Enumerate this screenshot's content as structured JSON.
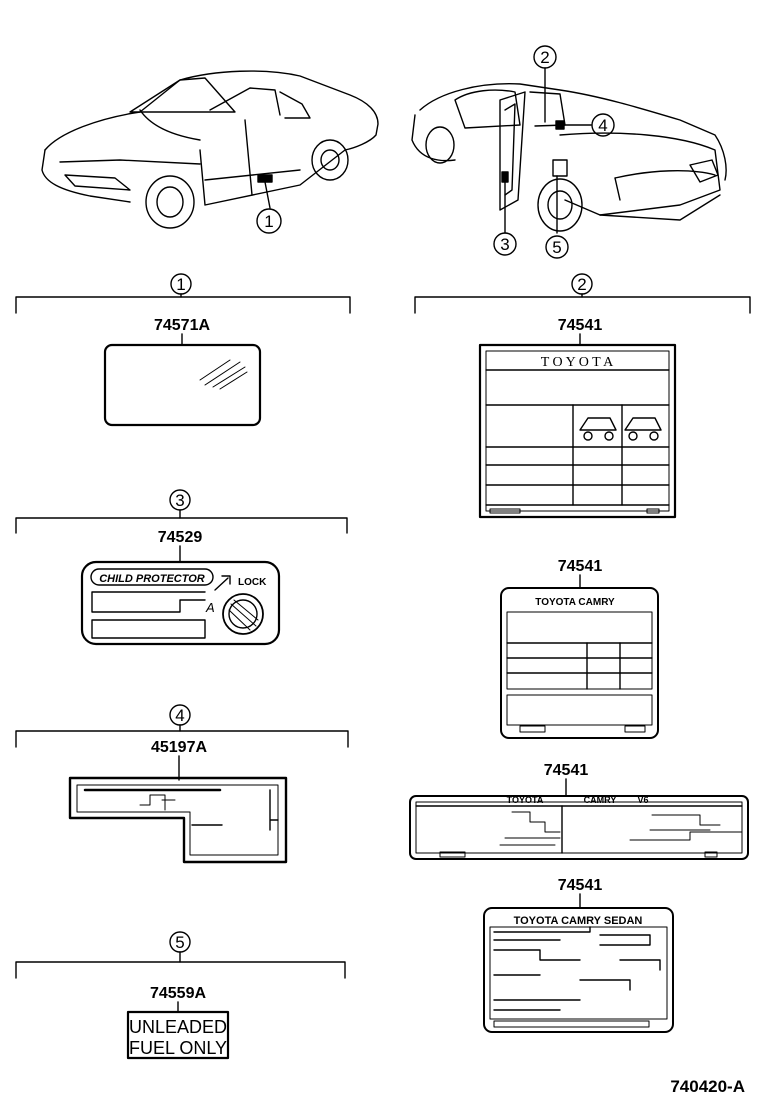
{
  "diagram_code": "740420-A",
  "callouts": [
    "1",
    "2",
    "3",
    "4",
    "5"
  ],
  "parts": {
    "p1": {
      "number": "74571A"
    },
    "p2": {
      "number": "74541"
    },
    "p3": {
      "number": "74529",
      "title": "CHILD PROTECTOR",
      "lock": "LOCK",
      "mark": "A"
    },
    "p4": {
      "number": "45197A"
    },
    "p5": {
      "number": "74559A",
      "line1": "UNLEADED",
      "line2": "FUEL ONLY"
    },
    "p2b": {
      "number": "74541",
      "title": "TOYOTA CAMRY"
    },
    "p2c": {
      "number": "74541",
      "brand": "TOYOTA",
      "model": "CAMRY",
      "engine": "V6"
    },
    "p2d": {
      "number": "74541",
      "title": "TOYOTA CAMRY SEDAN"
    },
    "p2a": {
      "brand": "T O Y O T A"
    }
  }
}
